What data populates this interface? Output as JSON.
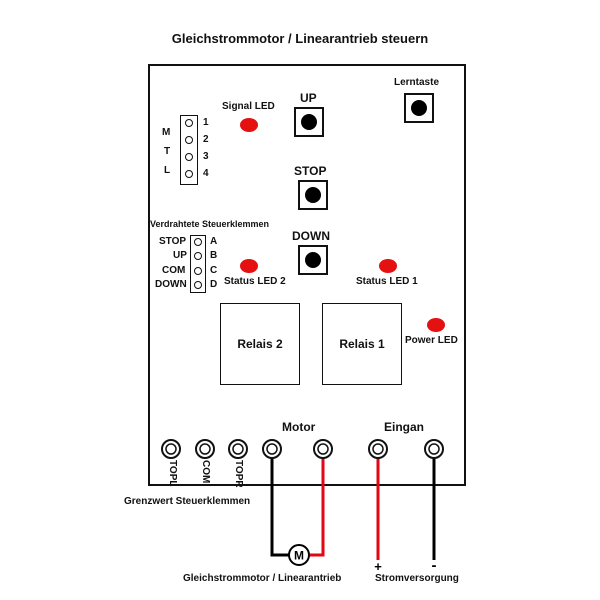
{
  "title": "Gleichstrommotor / Linearantrieb steuern",
  "buttons": {
    "up": "UP",
    "stop": "STOP",
    "down": "DOWN",
    "learn": "Lerntaste"
  },
  "leds": {
    "signal": "Signal LED",
    "status2": "Status LED 2",
    "status1": "Status LED 1",
    "power": "Power LED",
    "color": "#e51010"
  },
  "mode_jumper": {
    "letters": [
      "M",
      "T",
      "L"
    ],
    "pins": [
      "1",
      "2",
      "3",
      "4"
    ]
  },
  "wired_terminals": {
    "heading": "Verdrahtete Steuerklemmen",
    "left_labels": [
      "STOP",
      "UP",
      "COM",
      "DOWN"
    ],
    "right_labels": [
      "A",
      "B",
      "C",
      "D"
    ]
  },
  "relays": {
    "relay2": "Relais 2",
    "relay1": "Relais 1"
  },
  "bottom": {
    "motor": "Motor",
    "input": "Eingan",
    "limit_terminals": [
      "TOPL",
      "COM",
      "TOPR"
    ],
    "limit_caption": "Grenzwert Steuerklemmen",
    "motor_caption": "Gleichstrommotor / Linearantrieb",
    "motor_symbol": "M",
    "power_caption": "Stromversorgung",
    "plus": "+",
    "minus": "-"
  },
  "wire_colors": {
    "red": "#e30613",
    "black": "#000000"
  }
}
